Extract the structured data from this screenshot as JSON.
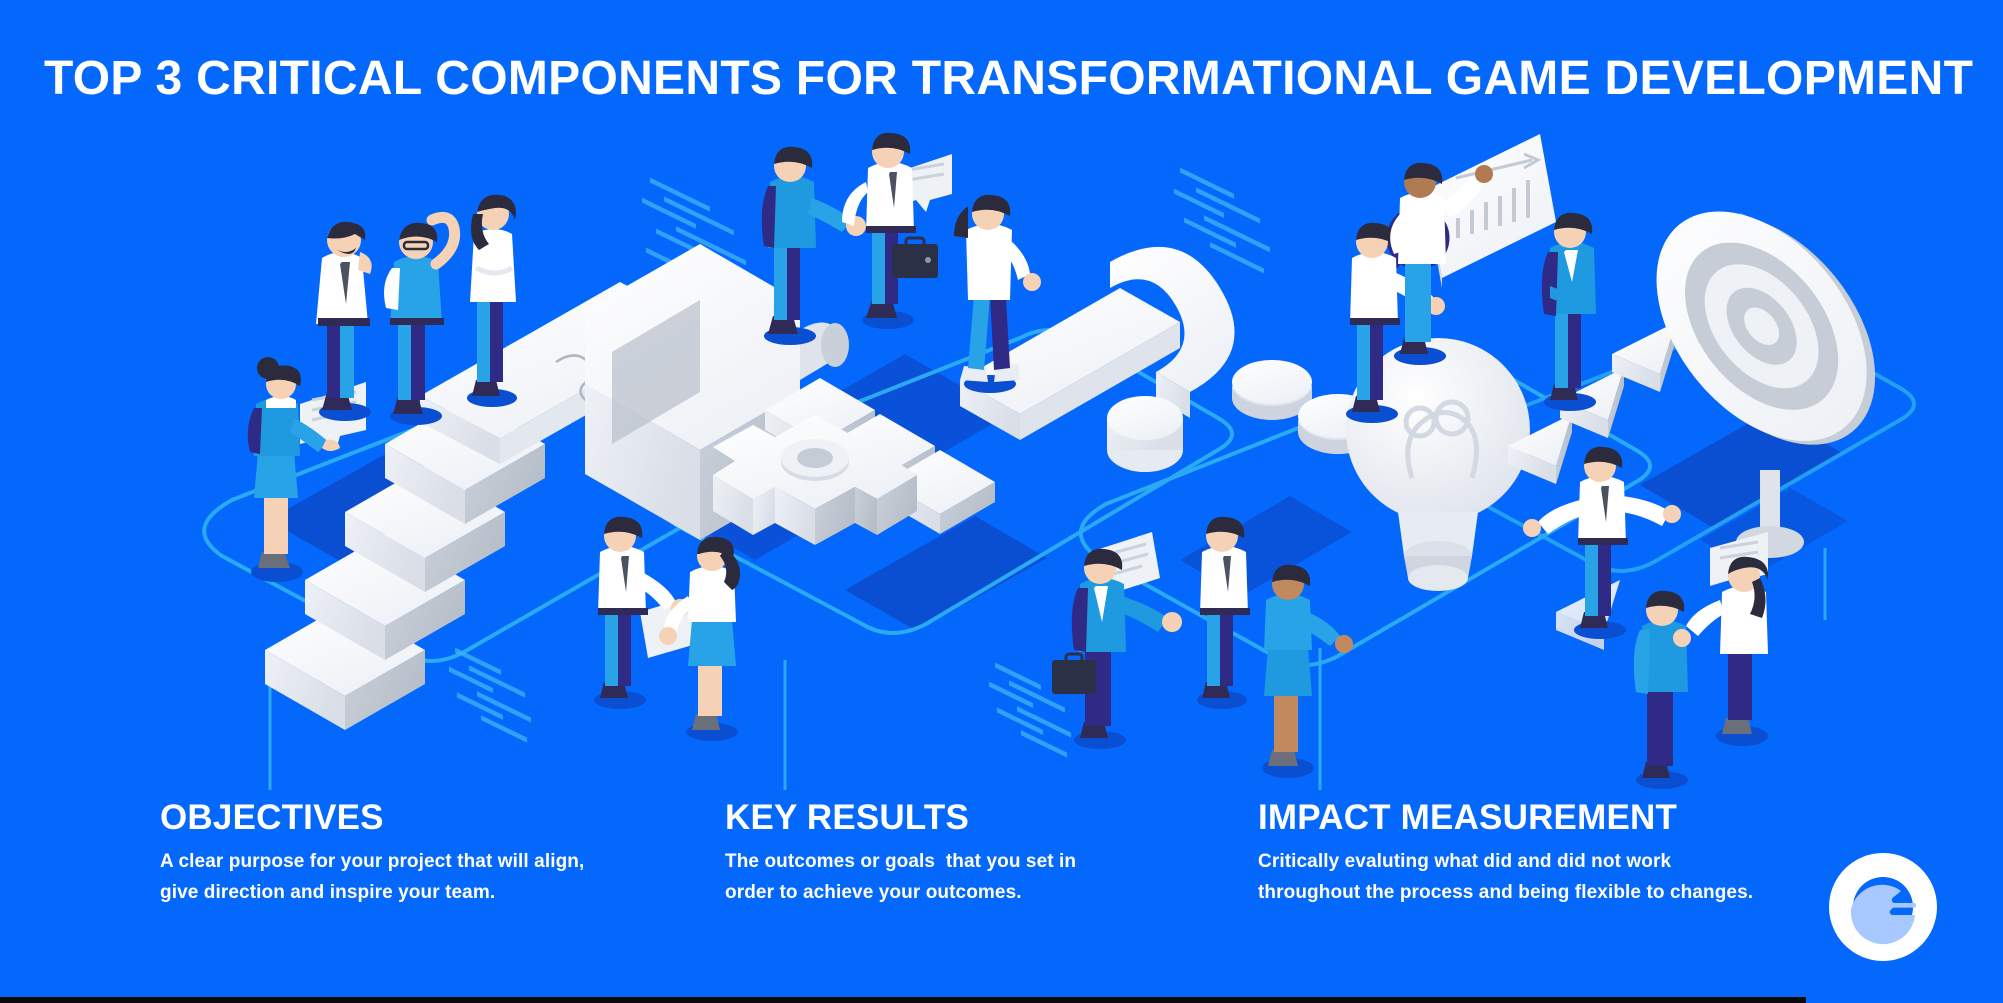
{
  "theme": {
    "background": "#0568fc",
    "text": "#ffffff",
    "accent_cyan": "#29aaf2",
    "platform_dark": "#0a4ed1",
    "shape_white": "#ffffff",
    "shape_grey": "#c7cdd6",
    "logo_primary": "#ffffff",
    "logo_secondary": "#a8c9ff",
    "bottom_strip": "#0a0a0a"
  },
  "header": {
    "title": "TOP 3 CRITICAL COMPONENTS FOR TRANSFORMATIONAL GAME DEVELOPMENT"
  },
  "columns": [
    {
      "id": "objectives",
      "heading": "OBJECTIVES",
      "body": "A clear purpose for your project that will align, give direction and inspire your team."
    },
    {
      "id": "key-results",
      "heading": "KEY RESULTS",
      "body": "The outcomes or goals  that you set in order to achieve your outcomes."
    },
    {
      "id": "impact-measurement",
      "heading": "IMPACT MEASUREMENT",
      "body": "Critically evaluting what did and did not work throughout the process and being flexible to changes."
    }
  ],
  "illustration": {
    "description": "Isometric flat illustration: staircase with jigsaw-puzzle bridge, gear and wrench machinery, stepping stones, light bulb, arrows and bullseye target, with business people figures.",
    "objects": [
      "staircase-icon",
      "puzzle-piece-icon",
      "puzzle-bridge-icon",
      "stepping-stones-icon",
      "gear-icon",
      "wrench-icon",
      "lightbulb-icon",
      "arrow-icon",
      "target-icon",
      "chart-board-icon",
      "magnifier-icon",
      "speech-bubble-icon",
      "briefcase-icon",
      "document-icon"
    ],
    "people_count": 18
  },
  "logo": {
    "name": "c-logo",
    "letter": "C"
  }
}
